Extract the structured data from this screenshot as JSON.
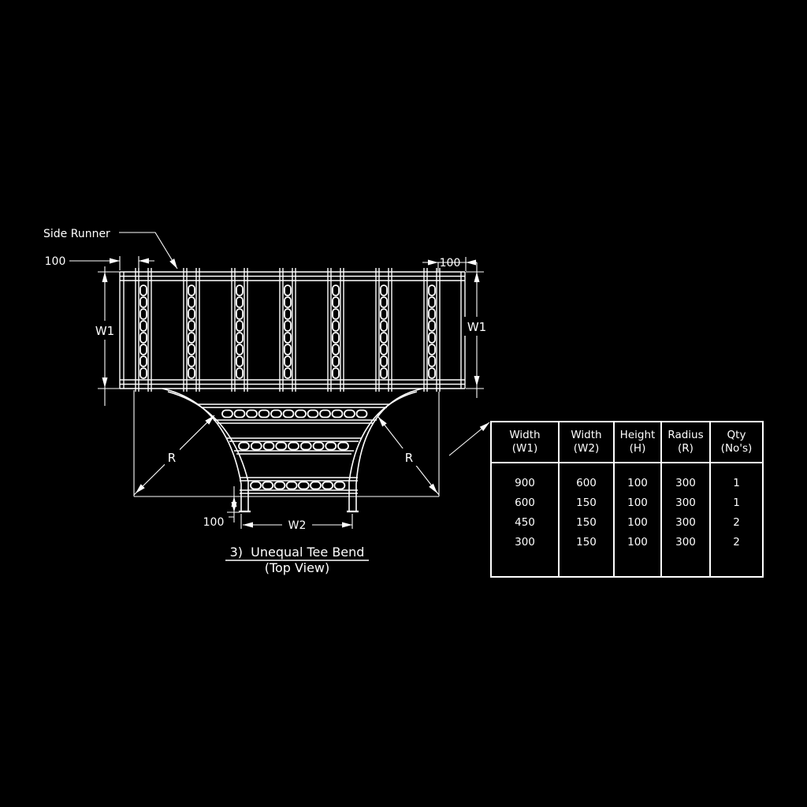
{
  "colors": {
    "background": "#000000",
    "line": "#ffffff"
  },
  "drawing": {
    "labels": {
      "side_runner": "Side Runner",
      "dim_100_top_left": "100",
      "dim_100_top_right": "100",
      "w1_left": "W1",
      "w1_right": "W1",
      "radius_left": "R",
      "radius_right": "R",
      "dim_100_bottom": "100",
      "w2": "W2"
    },
    "title": {
      "line1": "3)  Unequal Tee Bend",
      "line2": "(Top View)"
    }
  },
  "table": {
    "headers": [
      {
        "line1": "Width",
        "line2": "(W1)"
      },
      {
        "line1": "Width",
        "line2": "(W2)"
      },
      {
        "line1": "Height",
        "line2": "(H)"
      },
      {
        "line1": "Radius",
        "line2": "(R)"
      },
      {
        "line1": "Qty",
        "line2": "(No's)"
      }
    ],
    "rows": [
      [
        "900",
        "600",
        "100",
        "300",
        "1"
      ],
      [
        "600",
        "150",
        "100",
        "300",
        "1"
      ],
      [
        "450",
        "150",
        "100",
        "300",
        "2"
      ],
      [
        "300",
        "150",
        "100",
        "300",
        "2"
      ]
    ]
  }
}
